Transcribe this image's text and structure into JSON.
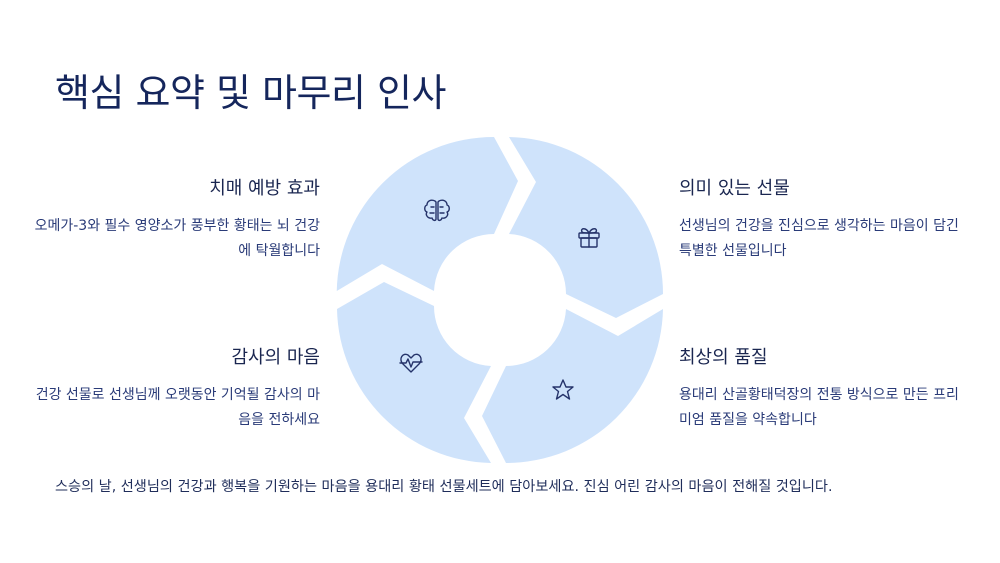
{
  "slide": {
    "title": "핵심 요약 및 마무리 인사",
    "footer": "스승의 날, 선생님의 건강과 행복을 기원하는 마음을 용대리 황태 선물세트에 담아보세요. 진심 어린 감사의 마음이 전해질 것입니다."
  },
  "items": {
    "top_left": {
      "heading": "치매 예방 효과",
      "body": "오메가-3와 필수 영양소가 풍부한 황태는 뇌 건강에 탁월합니다",
      "icon": "brain-icon"
    },
    "top_right": {
      "heading": "의미 있는 선물",
      "body": "선생님의 건강을 진심으로 생각하는 마음이 담긴 특별한 선물입니다",
      "icon": "gift-icon"
    },
    "bottom_left": {
      "heading": "감사의 마음",
      "body": "건강 선물로 선생님께 오랫동안 기억될 감사의 마음을 전하세요",
      "icon": "heartbeat-icon"
    },
    "bottom_right": {
      "heading": "최상의 품질",
      "body": "용대리 산골황태덕장의 전통 방식으로 만든 프리미엄 품질을 약속합니다",
      "icon": "star-icon"
    }
  },
  "colors": {
    "segment_fill": "#cfe3fb",
    "title_color": "#15265c",
    "text_color": "#2a3b78"
  }
}
